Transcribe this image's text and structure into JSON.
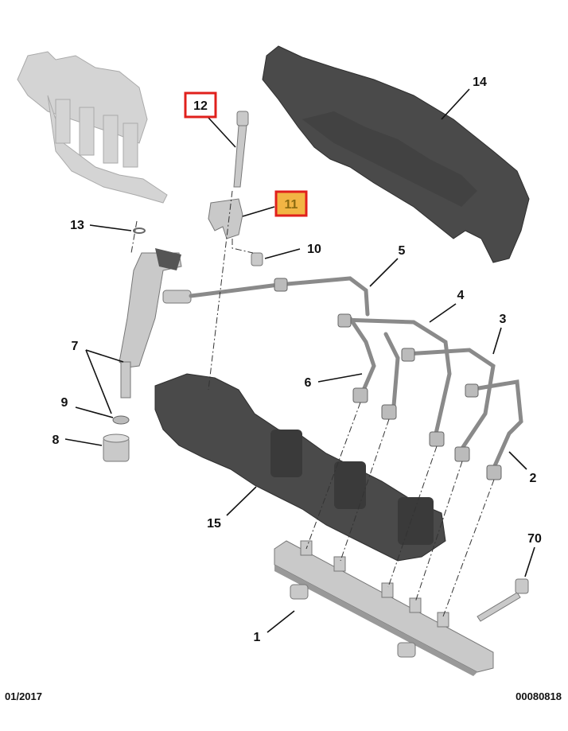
{
  "diagram": {
    "callouts": {
      "c1": "1",
      "c2": "2",
      "c3": "3",
      "c4": "4",
      "c5": "5",
      "c6": "6",
      "c7": "7",
      "c8": "8",
      "c9": "9",
      "c10": "10",
      "c11": "11",
      "c12": "12",
      "c13": "13",
      "c14": "14",
      "c15": "15",
      "c70": "70"
    },
    "highlight_colors": {
      "box_border": "#e0201c",
      "selected_fill": "#f2b544",
      "selected_text": "#8a6a10"
    }
  },
  "footer": {
    "date": "01/2017",
    "reference": "00080818"
  }
}
